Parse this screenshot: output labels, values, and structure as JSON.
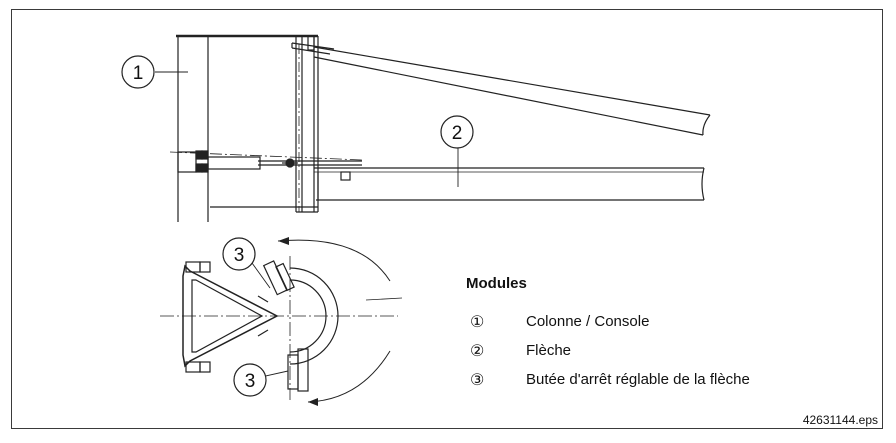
{
  "callouts": {
    "column": "1",
    "boom": "2",
    "stop_top": "3",
    "stop_bottom": "3"
  },
  "legend": {
    "title": "Modules",
    "items": [
      {
        "number": "①",
        "label": "Colonne / Console"
      },
      {
        "number": "②",
        "label": "Flèche"
      },
      {
        "number": "③",
        "label": "Butée d'arrêt réglable de la flèche"
      }
    ]
  },
  "file_reference": "42631144.eps"
}
